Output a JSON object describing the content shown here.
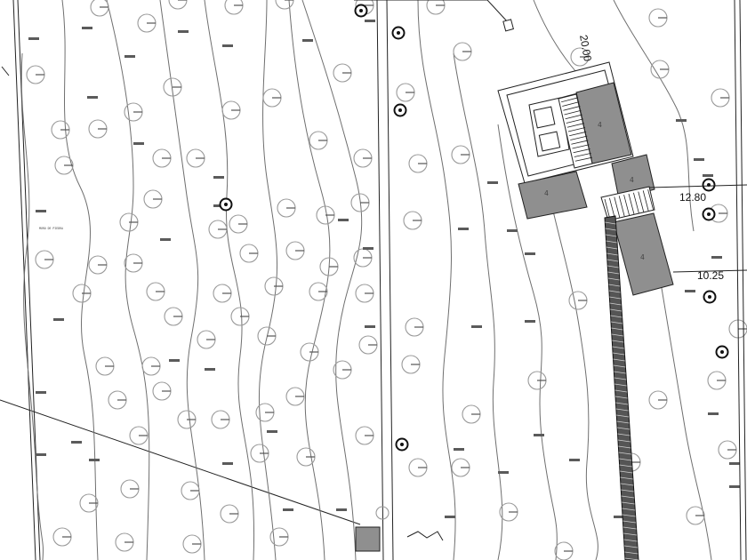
{
  "map": {
    "dimensions": [
      {
        "id": "dim-top",
        "text": "20.00"
      },
      {
        "id": "dim-mid",
        "text": "12.80"
      },
      {
        "id": "dim-low",
        "text": "10.25"
      }
    ],
    "building_labels": [
      "4",
      "4",
      "4",
      "4"
    ],
    "label_piedra": "MURO DE PIEDRA",
    "colors": {
      "building_fill": "#8f8f8f",
      "line": "#222222",
      "tree": "#9a9a9a",
      "contour": "#6f6f6f"
    }
  }
}
